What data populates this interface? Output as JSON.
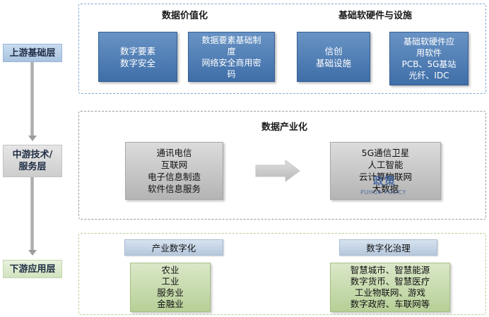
{
  "layers": {
    "upstream": "上游基础层",
    "midstream_line1": "中游技术/",
    "midstream_line2": "服务层",
    "downstream": "下游应用层"
  },
  "upstream": {
    "left_heading": "数据价值化",
    "right_heading": "基础软硬件与设施",
    "boxes": [
      {
        "lines": [
          "数字要素",
          "数字安全"
        ]
      },
      {
        "lines": [
          "数据要素基础制",
          "度",
          "网络安全商用密",
          "码"
        ]
      },
      {
        "lines": [
          "信创",
          "基础设施"
        ]
      },
      {
        "lines": [
          "基础软硬件应",
          "用软件",
          "PCB、5G基站",
          "光纤、IDC"
        ]
      }
    ]
  },
  "midstream": {
    "heading": "数据产业化",
    "left_box": [
      "通讯电信",
      "互联网",
      "电子信息制造",
      "软件信息服务"
    ],
    "right_box": [
      "5G通信卫星",
      "人工智能",
      "云计算物联网",
      "大数据"
    ]
  },
  "downstream": {
    "left_heading": "产业数字化",
    "right_heading": "数字化治理",
    "left_box": [
      "农业",
      "工业",
      "服务业",
      "金融业"
    ],
    "right_box": [
      "智慧城市、智慧能源",
      "数字货币、智慧医疗",
      "工业物联网、游戏",
      "数字政府、车联网等"
    ]
  },
  "watermark": {
    "logo": "政策",
    "sub": "PUHUA POLICY"
  },
  "colors": {
    "blue_box": "#4f7fb8",
    "gray_box": "#c4c4c4",
    "green_box": "#c6dbab",
    "frame_blue": "#7fa8d3",
    "frame_gray": "#9a9a9a",
    "frame_green": "#b6cf92"
  }
}
